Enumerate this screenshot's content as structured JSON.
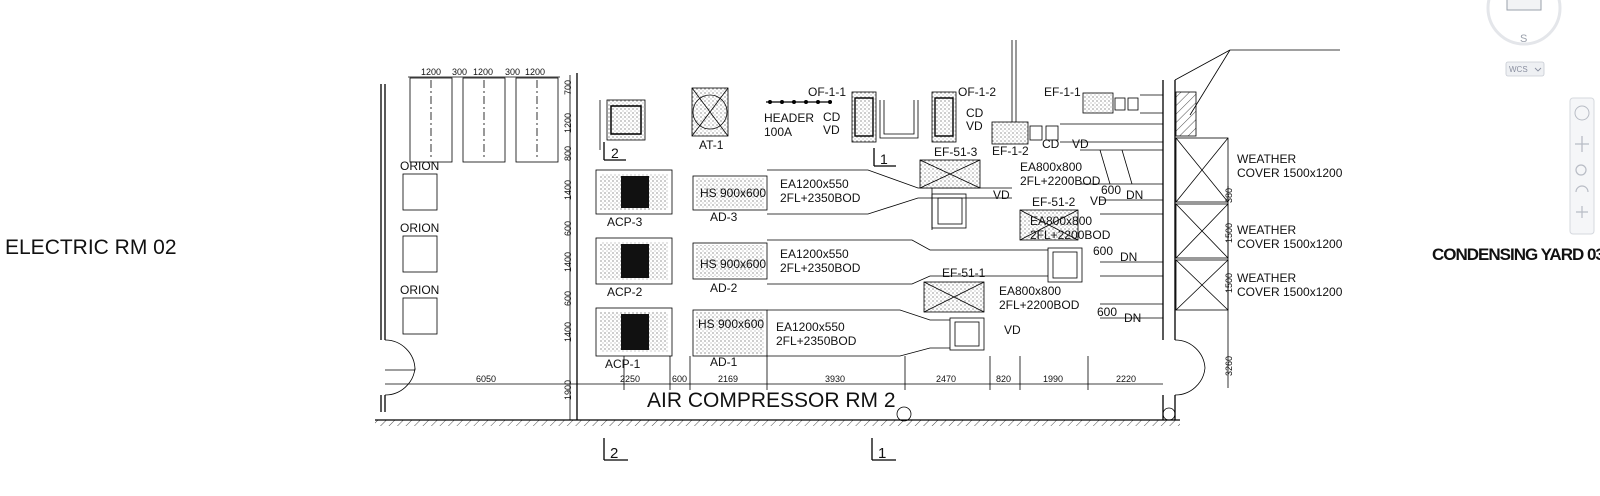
{
  "rooms": {
    "left": "ELECTRIC RM 02",
    "center": "AIR COMPRESSOR RM 2",
    "right": "CONDENSING YARD 03"
  },
  "equipment": {
    "orion": "ORION",
    "at1": "AT-1",
    "header": [
      "HEADER",
      "100A"
    ],
    "acp3": "ACP-3",
    "acp2": "ACP-2",
    "acp1": "ACP-1",
    "ad3": "AD-3",
    "ad2": "AD-2",
    "ad1": "AD-1",
    "hs3": "HS 900x600",
    "hs2": "HS 900x600",
    "hs1": "HS 900x600",
    "of11": "OF-1-1",
    "of12": "OF-1-2",
    "ef11": "EF-1-1",
    "ef12": "EF-1-2",
    "ef513": "EF-51-3",
    "ef512": "EF-51-2",
    "ef511": "EF-51-1"
  },
  "ducts": {
    "ea3": [
      "EA1200x550",
      "2FL+2350BOD"
    ],
    "ea2": [
      "EA1200x550",
      "2FL+2350BOD"
    ],
    "ea1": [
      "EA1200x550",
      "2FL+2350BOD"
    ],
    "ea_upper": [
      "EA800x800",
      "2FL+2200BOD"
    ],
    "ea_mid": [
      "EA800x800",
      "2FL+2200BOD"
    ],
    "ea_lower": [
      "EA800x800",
      "2FL+2200BOD"
    ]
  },
  "tags": {
    "cd": "CD",
    "vd": "VD",
    "dn": "DN",
    "size600": "600"
  },
  "weather": {
    "line1": "WEATHER",
    "line2": "COVER 1500x1200"
  },
  "dimensions": {
    "top": [
      "1200",
      "300",
      "1200",
      "300",
      "1200"
    ],
    "left": [
      "700",
      "1200",
      "800",
      "1400",
      "600",
      "1400",
      "600",
      "1400",
      "1900"
    ],
    "bottom": [
      "6050",
      "2250",
      "600",
      "2169",
      "3930",
      "2470",
      "820",
      "1990",
      "2220"
    ],
    "right": [
      "380",
      "1500",
      "1500",
      "3260"
    ]
  },
  "section_marks": {
    "mark2": "2",
    "mark1": "1"
  },
  "viewcube": {
    "wcs": "WCS"
  }
}
